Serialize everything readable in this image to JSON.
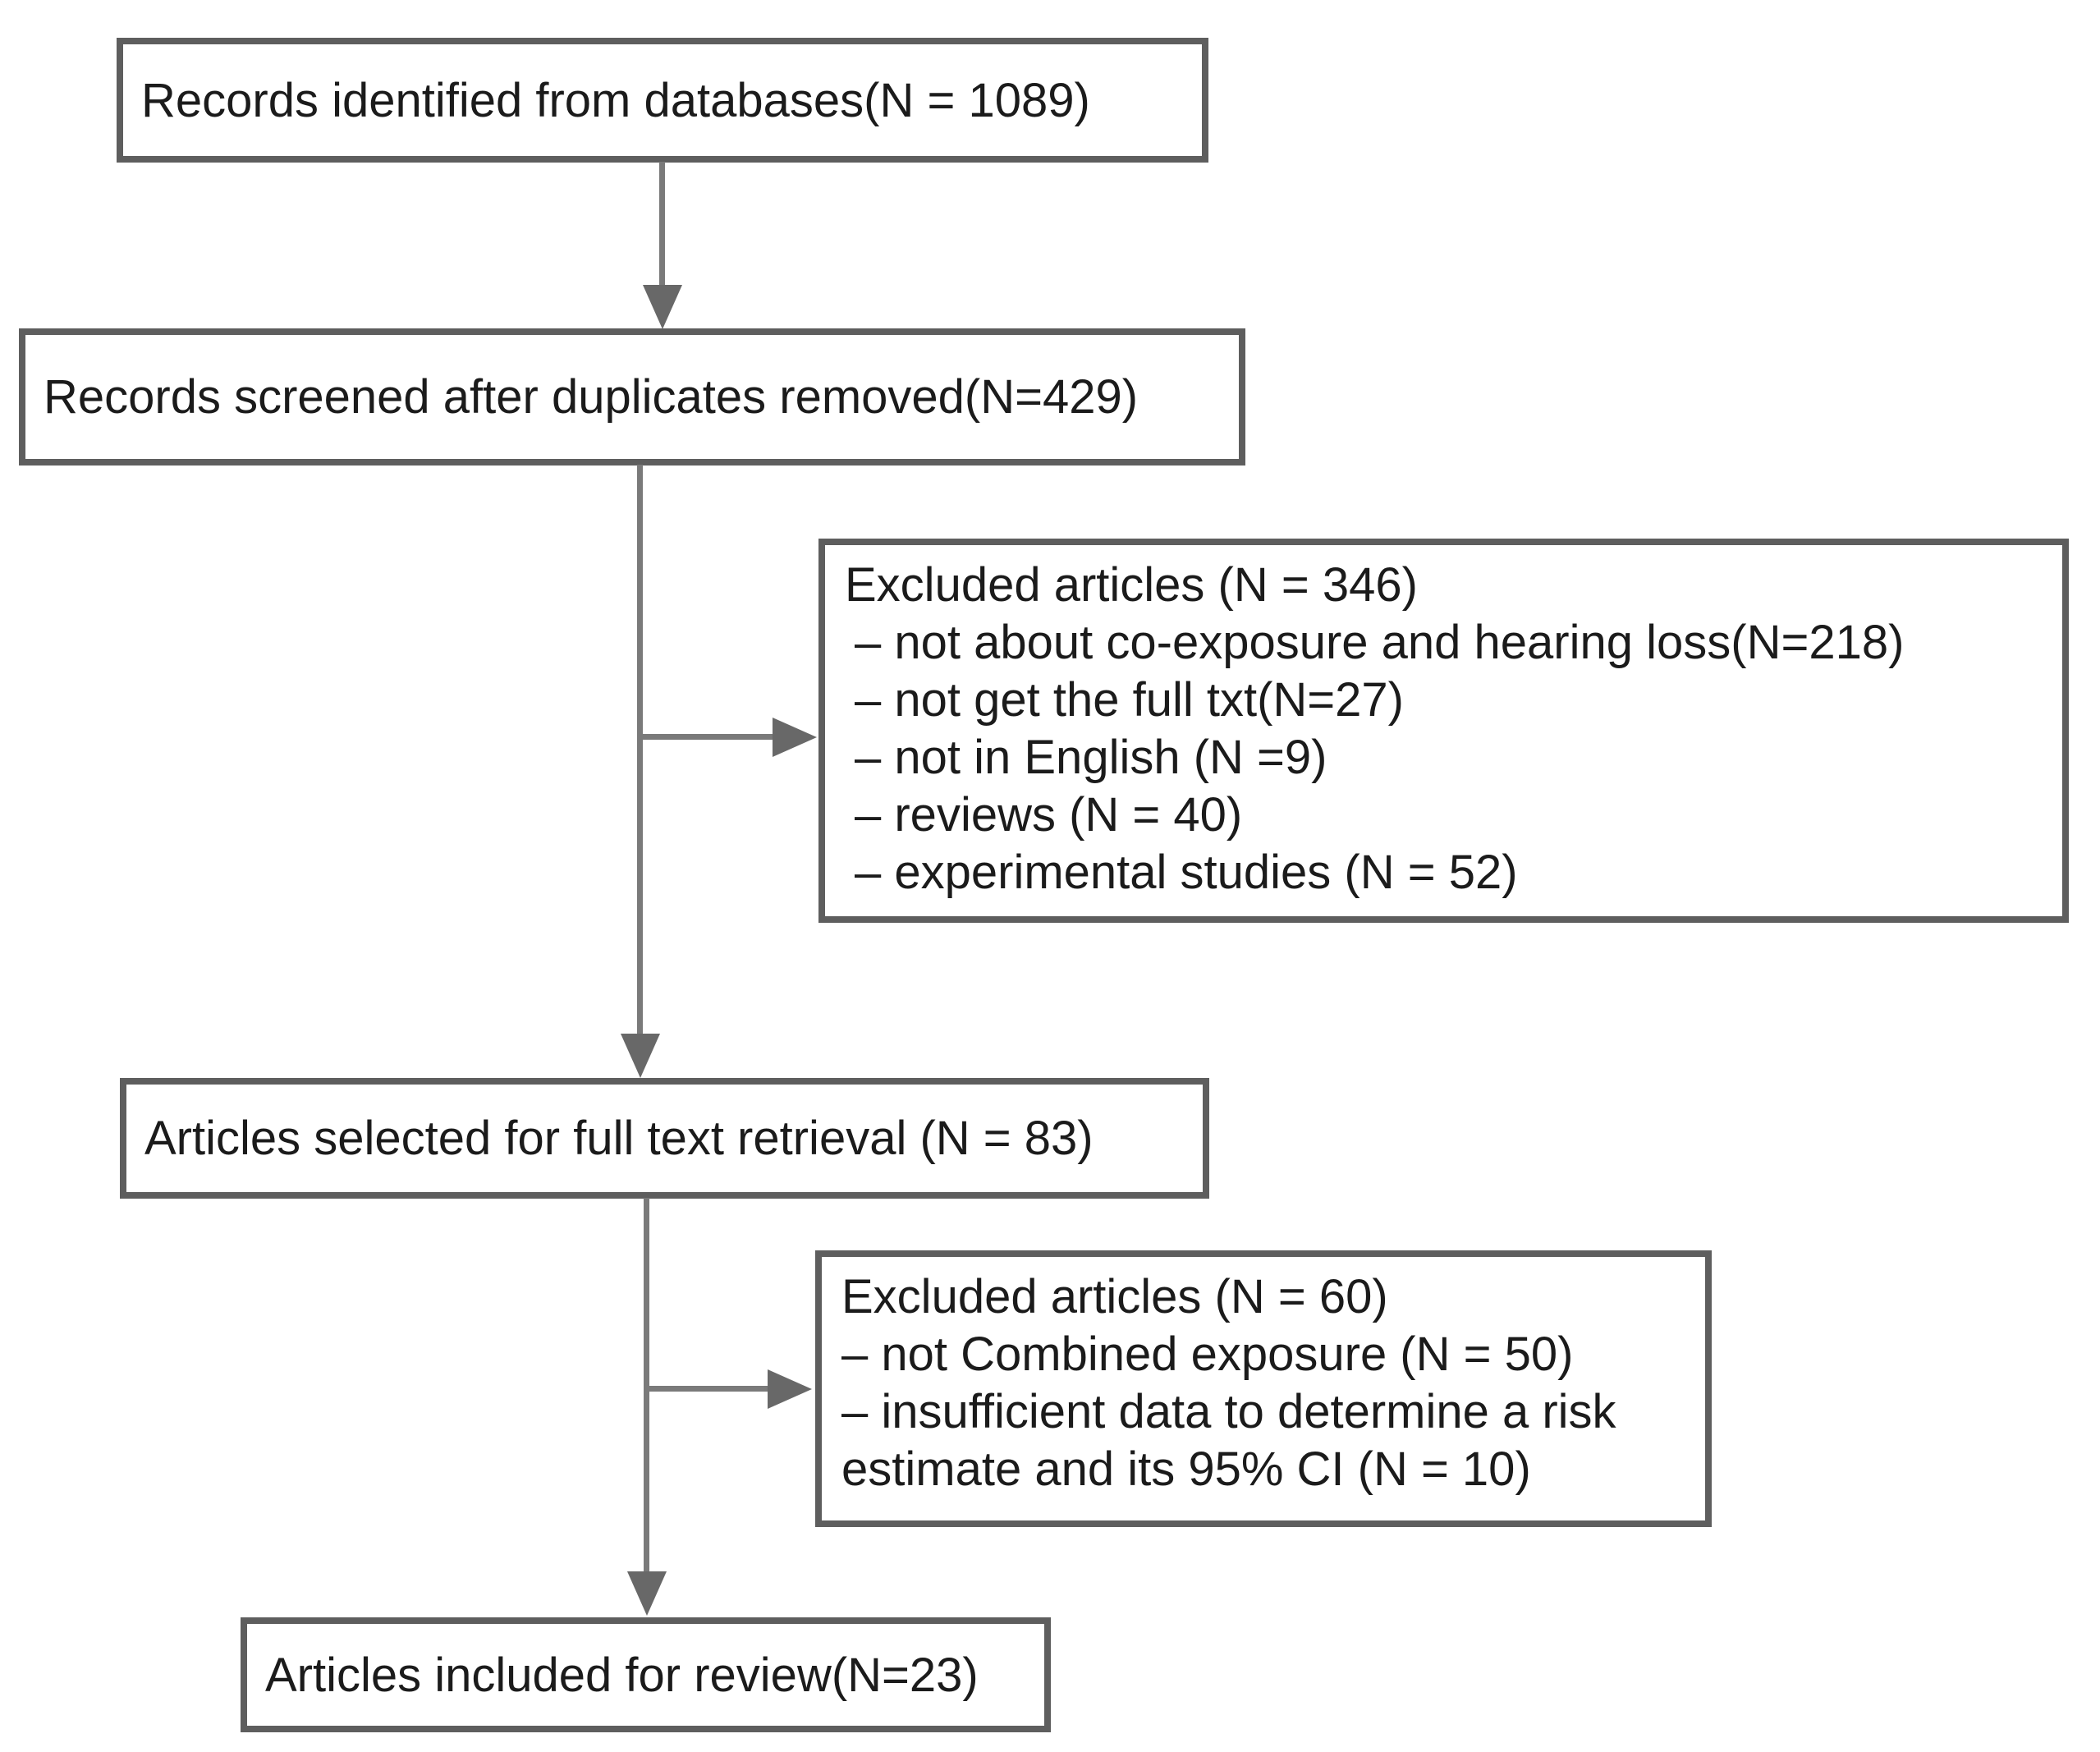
{
  "colors": {
    "border": "#5e5e5e",
    "line": "#7a7a7a",
    "arrowhead": "#686868",
    "text": "#1b1b1b",
    "background": "#ffffff"
  },
  "boxes": {
    "identified": {
      "label": "Records identified from databases(N = 1089)"
    },
    "screened": {
      "label": "Records screened after duplicates removed(N=429)"
    },
    "excluded_screening": {
      "title": "Excluded articles (N = 346)",
      "lines": [
        "– not about co-exposure and hearing loss(N=218)",
        "– not get the full txt(N=27)",
        "– not in English (N =9)",
        "– reviews (N = 40)",
        "– experimental studies (N = 52)"
      ]
    },
    "fulltext": {
      "label": "Articles selected for full text retrieval (N = 83)"
    },
    "excluded_fulltext": {
      "title": "Excluded articles (N = 60)",
      "lines": [
        "– not Combined exposure (N = 50)",
        "– insufficient data to determine a risk",
        "estimate and its 95% CI (N = 10)"
      ]
    },
    "included": {
      "label": "Articles included for review(N=23)"
    }
  }
}
